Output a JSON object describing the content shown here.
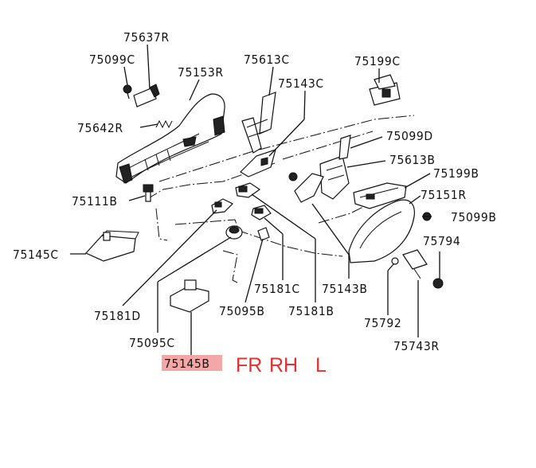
{
  "part_labels": {
    "p75637R": "75637R",
    "p75099C": "75099C",
    "p75153R": "75153R",
    "p75613C": "75613C",
    "p75199C": "75199C",
    "p75143C": "75143C",
    "p75642R": "75642R",
    "p75099D": "75099D",
    "p75613B": "75613B",
    "p75199B": "75199B",
    "p75111B": "75111B",
    "p75151R": "75151R",
    "p75099B": "75099B",
    "p75145C": "75145C",
    "p75794": "75794",
    "p75181C": "75181C",
    "p75143B": "75143B",
    "p75181D": "75181D",
    "p75095B": "75095B",
    "p75181B": "75181B",
    "p75792": "75792",
    "p75095C": "75095C",
    "p75743R": "75743R",
    "p75145B": "75145B"
  },
  "annotations": {
    "fr": "FR",
    "rh": "RH",
    "l": "L"
  },
  "colors": {
    "highlight": "#f4a7a7",
    "annotation": "#e03131",
    "line": "#111111"
  }
}
